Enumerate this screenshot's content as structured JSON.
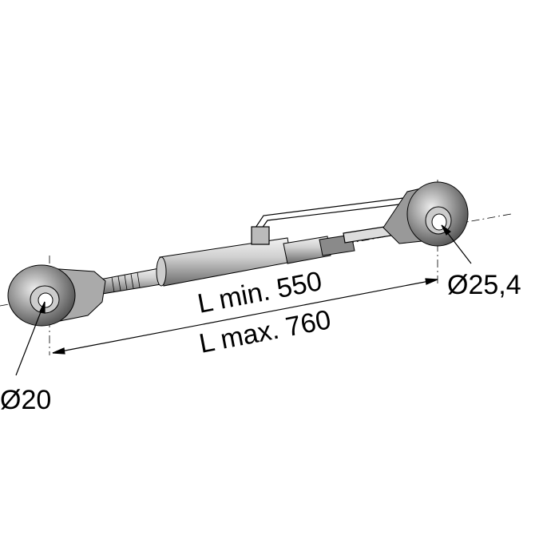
{
  "drawing": {
    "subject": "top-link",
    "dimension_min": "L min. 550",
    "dimension_max": "L max. 760",
    "left_bore": "Ø20",
    "right_bore": "Ø25,4"
  },
  "colors": {
    "line": "#000000",
    "metal_light": "#e6e6e6",
    "metal_mid": "#b3b3b3",
    "metal_dark": "#555555"
  }
}
